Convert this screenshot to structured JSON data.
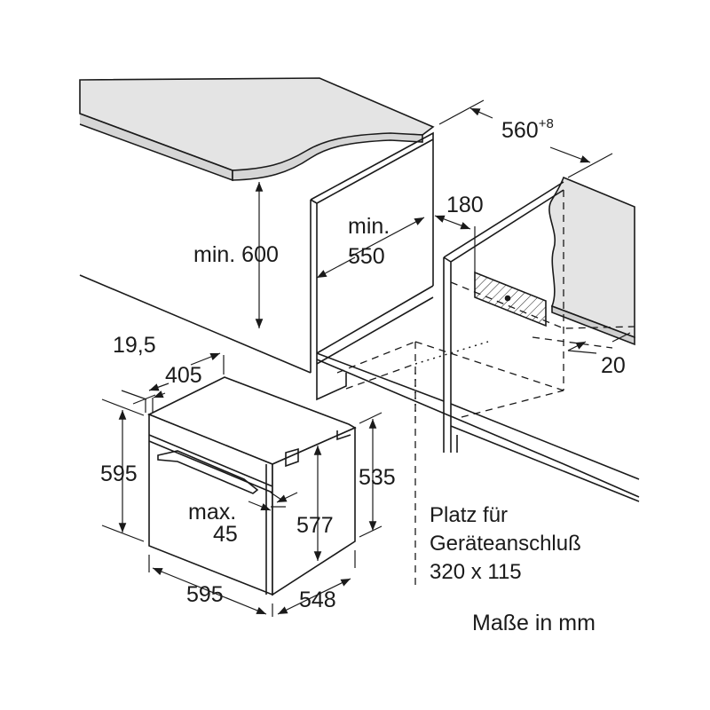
{
  "dimensions": {
    "niche_width": "560",
    "niche_width_tolerance": "+8",
    "connection_offset": "180",
    "min_depth_label": "min.",
    "min_depth_value": "550",
    "min_height": "min. 600",
    "front_offset": "19,5",
    "panel_depth": "405",
    "oven_height": "595",
    "side_height": "535",
    "max_label": "max.",
    "max_value": "45",
    "inner_height": "577",
    "oven_width": "595",
    "oven_depth": "548",
    "rear_gap": "20"
  },
  "connection_note": {
    "line1": "Platz für",
    "line2": "Geräteanschluß",
    "line3": "320 x 115"
  },
  "units_note": "Maße in mm",
  "colors": {
    "countertop": "#e4e4e4",
    "line": "#1a1a1a"
  }
}
